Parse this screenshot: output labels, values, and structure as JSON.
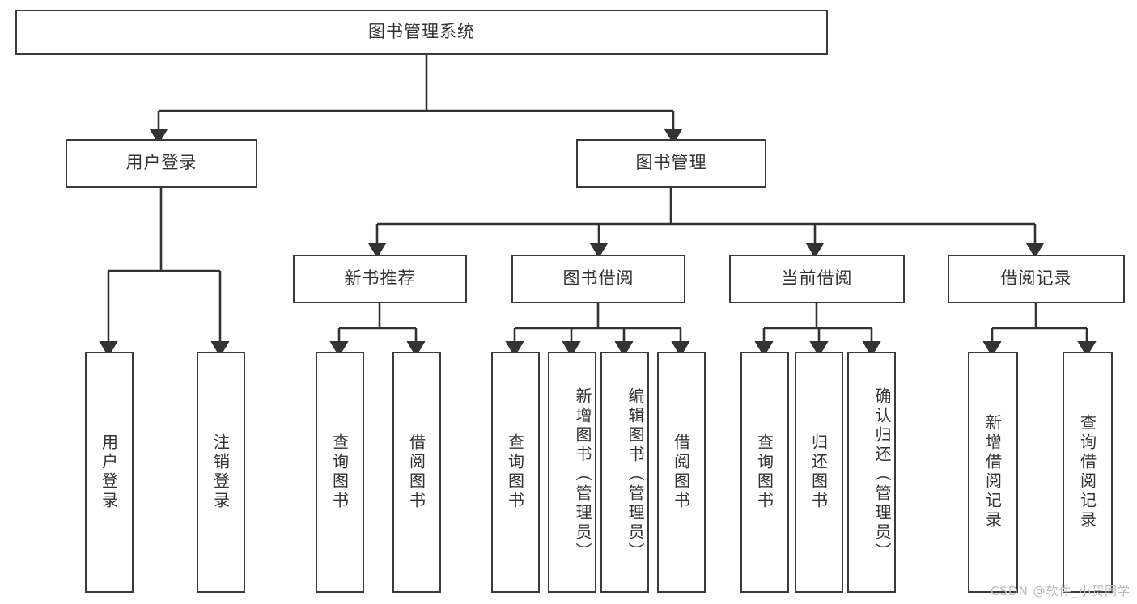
{
  "diagram": {
    "title": "图书管理系统",
    "type": "tree-hierarchy-diagram",
    "colors": {
      "box_border": "#3a3a3a",
      "box_fill": "#ffffff",
      "edge": "#333333",
      "text": "#333333",
      "watermark": "#b9b9b9"
    },
    "nodes": {
      "root": {
        "label": "图书管理系统"
      },
      "level2": [
        {
          "label": "用户登录"
        },
        {
          "label": "图书管理"
        }
      ],
      "level3": [
        {
          "label": "新书推荐"
        },
        {
          "label": "图书借阅"
        },
        {
          "label": "当前借阅"
        },
        {
          "label": "借阅记录"
        }
      ],
      "leaves": {
        "user_login": [
          {
            "label": "用户登录"
          },
          {
            "label": "注销登录"
          }
        ],
        "new_book_recommend": [
          {
            "label": "查询图书"
          },
          {
            "label": "借阅图书"
          }
        ],
        "book_borrow": [
          {
            "label": "查询图书"
          },
          {
            "label": "新增图书（管理员）"
          },
          {
            "label": "编辑图书（管理员）"
          },
          {
            "label": "借阅图书"
          }
        ],
        "current_borrow": [
          {
            "label": "查询图书"
          },
          {
            "label": "归还图书"
          },
          {
            "label": "确认归还（管理员）"
          }
        ],
        "borrow_record": [
          {
            "label": "新增借阅记录"
          },
          {
            "label": "查询借阅记录"
          }
        ]
      }
    },
    "watermark": "CSDN @软件_小贺同学"
  }
}
